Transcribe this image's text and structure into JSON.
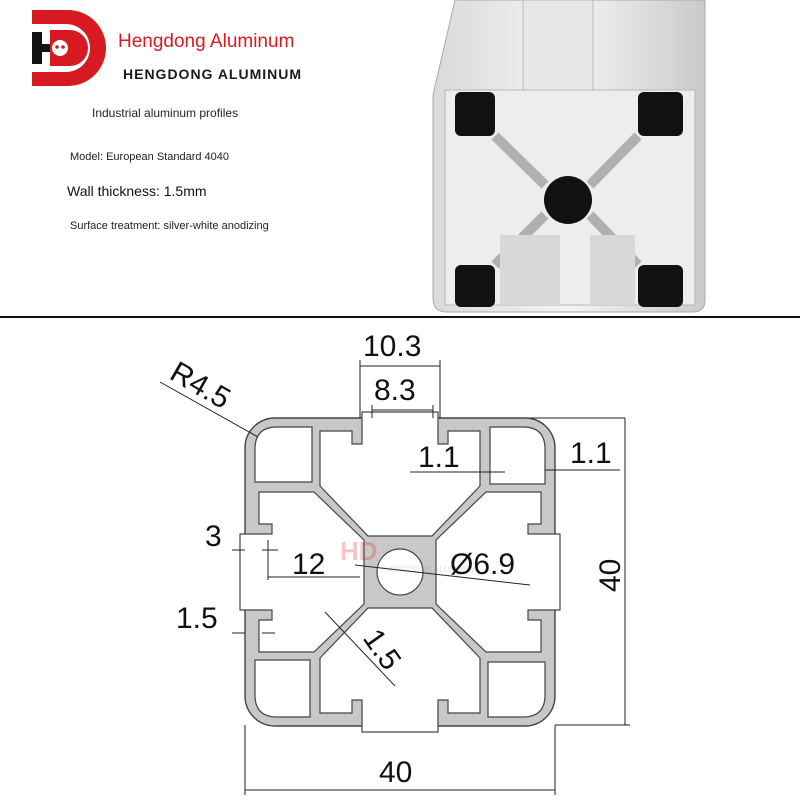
{
  "header": {
    "brand_name": "Hengdong Aluminum",
    "brand_name_caps": "HENGDONG ALUMINUM",
    "logo_letters": "HD",
    "subtitle": "Industrial aluminum profiles",
    "model": "Model: European Standard 4040",
    "wall_thickness": "Wall thickness: 1.5mm",
    "surface_treatment": "Surface treatment: silver-white anodizing"
  },
  "colors": {
    "brand_red": "#d71a21",
    "profile_gray": "#c8c8c8",
    "outline": "#444444"
  },
  "drawing": {
    "dimensions": {
      "slot_outer": "10.3",
      "slot_inner": "8.3",
      "corner_radius": "R4.5",
      "lip_1": "1.1",
      "lip_2": "1.1",
      "slot_depth": "3",
      "core_offset": "12",
      "hole_diameter": "Ø6.9",
      "height": "40",
      "wall": "1.5",
      "web": "1.5",
      "width": "40"
    },
    "watermark": "HENGDONG ALUMINUM"
  }
}
